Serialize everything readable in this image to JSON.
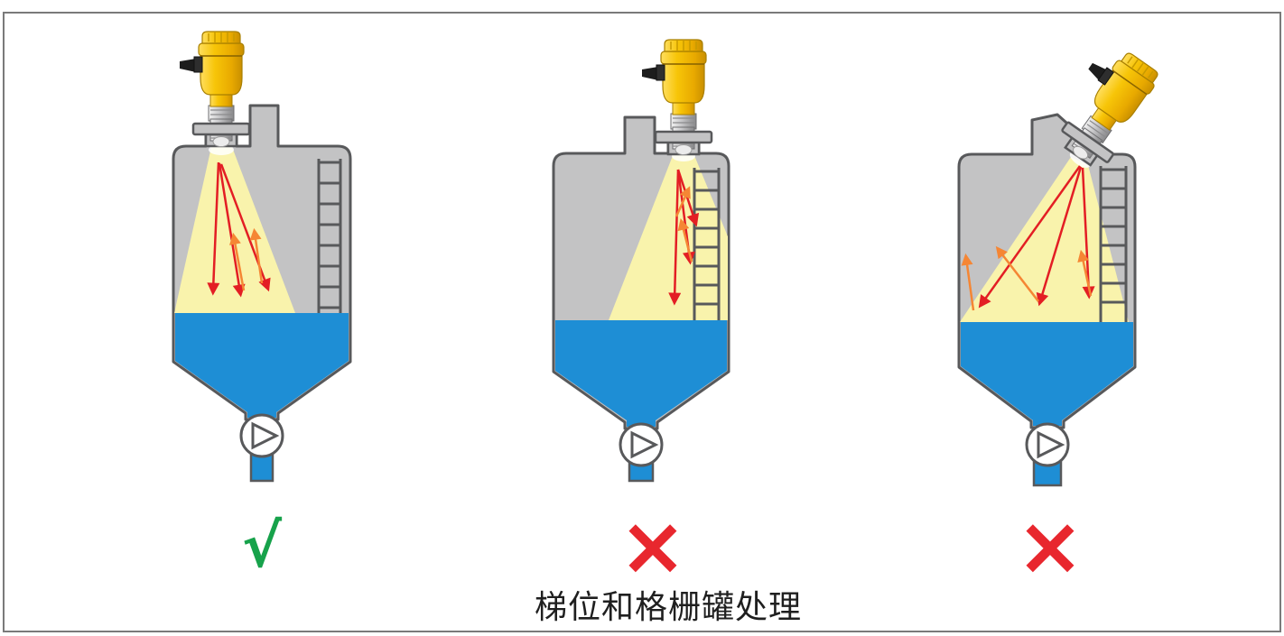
{
  "figure": {
    "caption": "梯位和格栅罐处理",
    "panels": [
      {
        "position": "left",
        "verdict": "correct",
        "mark": "√"
      },
      {
        "position": "middle",
        "verdict": "incorrect",
        "mark": "×"
      },
      {
        "position": "right",
        "verdict": "incorrect",
        "mark": "×"
      }
    ],
    "colors": {
      "background": "#FFFFFF",
      "border": "#7A7A7A",
      "tank_fill": "#C3C3C4",
      "outline": "#58595B",
      "beam": "#F9F3AC",
      "liquid": "#1E8ED5",
      "arrow_red": "#E31E24",
      "arrow_orange": "#F58634",
      "check_green": "#17A24B",
      "cross_red": "#E8272E",
      "sensor_yellow": "#F6C200",
      "metal_gray": "#ABABAD",
      "text": "#1F1F1F"
    }
  }
}
